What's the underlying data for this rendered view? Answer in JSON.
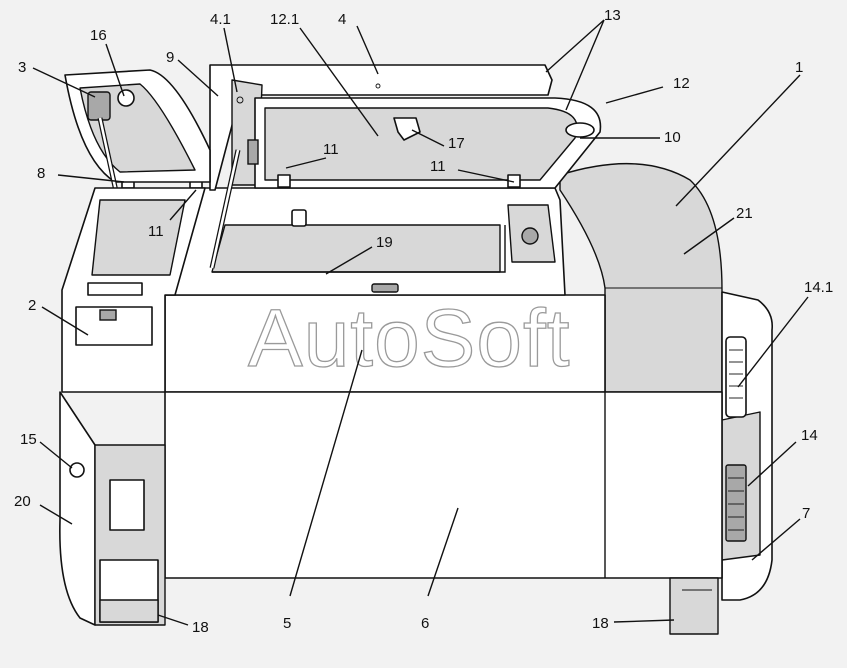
{
  "diagram": {
    "watermark": "AutoSoft",
    "callouts": {
      "c1": "1",
      "c2": "2",
      "c3": "3",
      "c4": "4",
      "c4_1": "4.1",
      "c5": "5",
      "c6": "6",
      "c7": "7",
      "c8": "8",
      "c9": "9",
      "c10": "10",
      "c11a": "11",
      "c11b": "11",
      "c11c": "11",
      "c12": "12",
      "c12_1": "12.1",
      "c13": "13",
      "c14": "14",
      "c14_1": "14.1",
      "c15": "15",
      "c16": "16",
      "c17": "17",
      "c18a": "18",
      "c18b": "18",
      "c19": "19",
      "c20": "20",
      "c21": "21"
    }
  }
}
